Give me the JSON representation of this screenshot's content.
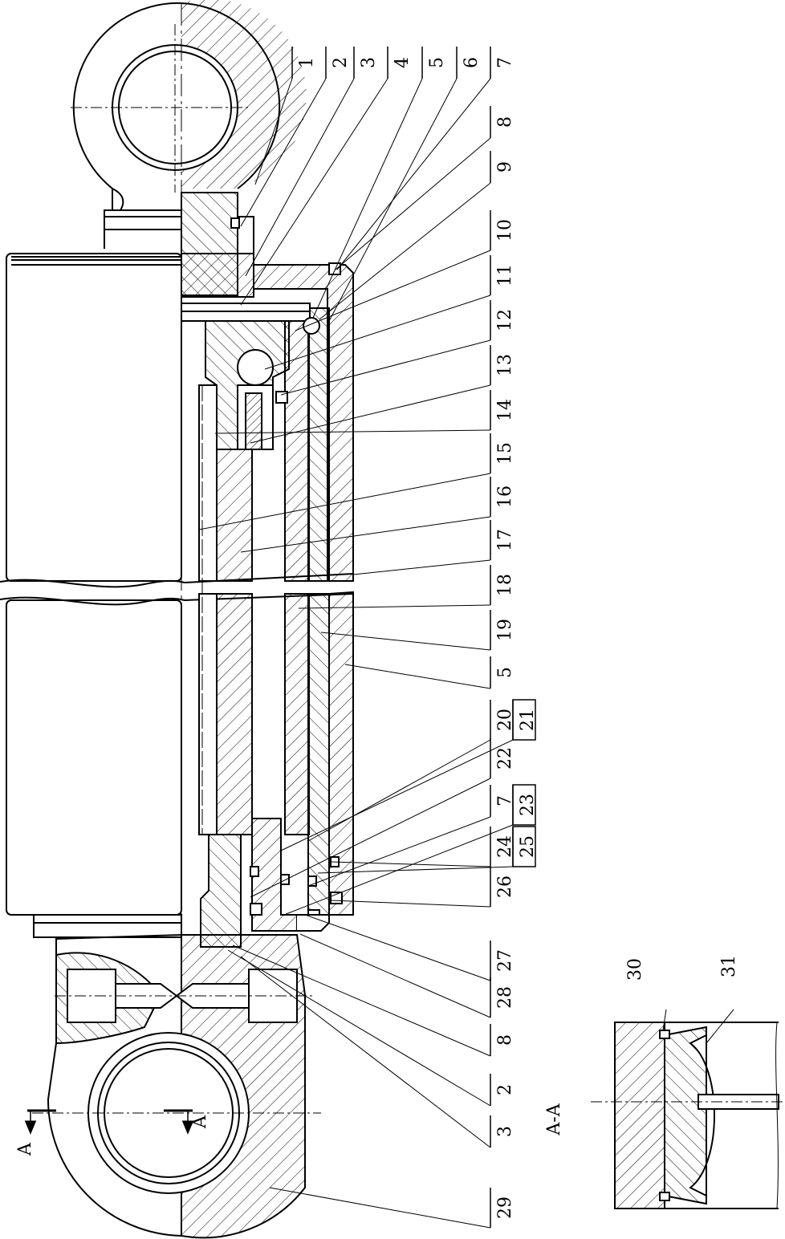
{
  "drawing": {
    "part_labels": [
      {
        "text": "1",
        "boxed": false
      },
      {
        "text": "2",
        "boxed": false
      },
      {
        "text": "3",
        "boxed": false
      },
      {
        "text": "4",
        "boxed": false
      },
      {
        "text": "5",
        "boxed": false
      },
      {
        "text": "6",
        "boxed": false
      },
      {
        "text": "7",
        "boxed": false
      },
      {
        "text": "8",
        "boxed": false
      },
      {
        "text": "9",
        "boxed": false
      },
      {
        "text": "10",
        "boxed": false
      },
      {
        "text": "11",
        "boxed": false
      },
      {
        "text": "12",
        "boxed": false
      },
      {
        "text": "13",
        "boxed": false
      },
      {
        "text": "14",
        "boxed": false
      },
      {
        "text": "15",
        "boxed": false
      },
      {
        "text": "16",
        "boxed": false
      },
      {
        "text": "17",
        "boxed": false
      },
      {
        "text": "18",
        "boxed": false
      },
      {
        "text": "19",
        "boxed": false
      },
      {
        "text": "5",
        "boxed": false
      },
      {
        "text": "20",
        "boxed": false
      },
      {
        "text": "21",
        "boxed": true
      },
      {
        "text": "22",
        "boxed": false
      },
      {
        "text": "7",
        "boxed": false
      },
      {
        "text": "23",
        "boxed": true
      },
      {
        "text": "24",
        "boxed": false
      },
      {
        "text": "25",
        "boxed": true
      },
      {
        "text": "26",
        "boxed": false
      },
      {
        "text": "27",
        "boxed": false
      },
      {
        "text": "28",
        "boxed": false
      },
      {
        "text": "8",
        "boxed": false
      },
      {
        "text": "2",
        "boxed": false
      },
      {
        "text": "3",
        "boxed": false
      },
      {
        "text": "29",
        "boxed": false
      }
    ],
    "section_mark": "A",
    "section_title": "A-A",
    "detail_labels": [
      "30",
      "31"
    ]
  }
}
